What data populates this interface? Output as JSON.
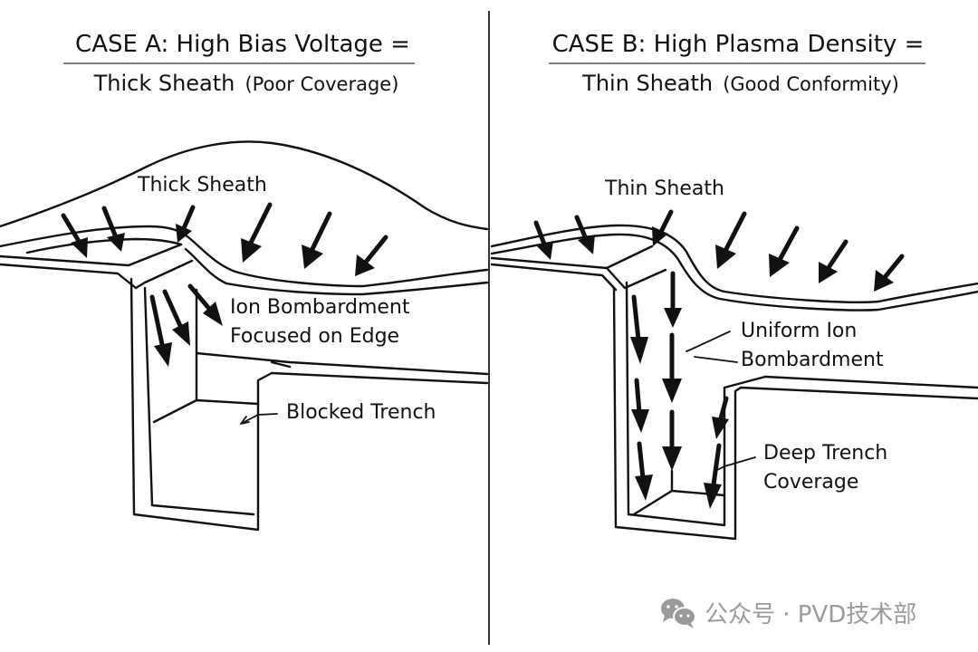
{
  "panels": [
    {
      "id": "case-a",
      "title": "CASE A: High Bias Voltage =",
      "subtitle_main": "Thick Sheath",
      "subtitle_paren": "(Poor Coverage)",
      "labels": {
        "sheath": "Thick Sheath",
        "bombardment_line1": "Ion Bombardment",
        "bombardment_line2": "Focused on Edge",
        "trench": "Blocked Trench"
      }
    },
    {
      "id": "case-b",
      "title": "CASE B: High Plasma Density =",
      "subtitle_main": "Thin Sheath",
      "subtitle_paren": "(Good Conformity)",
      "labels": {
        "sheath": "Thin Sheath",
        "bombardment_line1": "Uniform Ion",
        "bombardment_line2": "Bombardment",
        "trench_line1": "Deep Trench",
        "trench_line2": "Coverage"
      }
    }
  ],
  "watermark": {
    "icon": "wechat-icon",
    "text": "公众号 · PVD技术部",
    "color": "#9a9a9a"
  },
  "colors": {
    "ink": "#111111",
    "background": "#ffffff",
    "divider": "#333333"
  }
}
